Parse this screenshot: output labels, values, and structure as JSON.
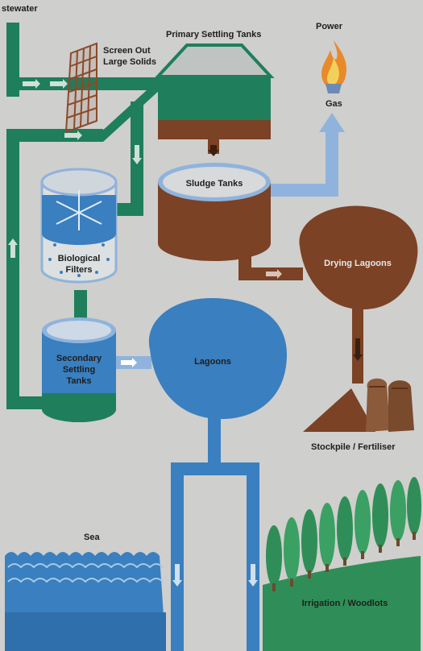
{
  "labels": {
    "wastewater": "stewater",
    "screen": [
      "Screen Out",
      "Large Solids"
    ],
    "primary": "Primary Settling Tanks",
    "power": "Power",
    "gas": "Gas",
    "sludge": "Sludge Tanks",
    "biofilters": [
      "Biological",
      "Filters"
    ],
    "drying": "Drying Lagoons",
    "secondary": [
      "Secondary",
      "Settling",
      "Tanks"
    ],
    "lagoons": "Lagoons",
    "stockpile": "Stockpile / Fertiliser",
    "sea": "Sea",
    "irrigation": "Irrigation / Woodlots"
  },
  "colors": {
    "background": "#cfcfcd",
    "green_pipe": "#1f7e5c",
    "blue_pipe": "#3a7fbf",
    "brown_pipe": "#7b4225",
    "light_blue": "#8fb3dc",
    "flame_orange": "#e88a2a",
    "tree_green": "#2f8e57",
    "screen_brown": "#8a4a2a"
  }
}
